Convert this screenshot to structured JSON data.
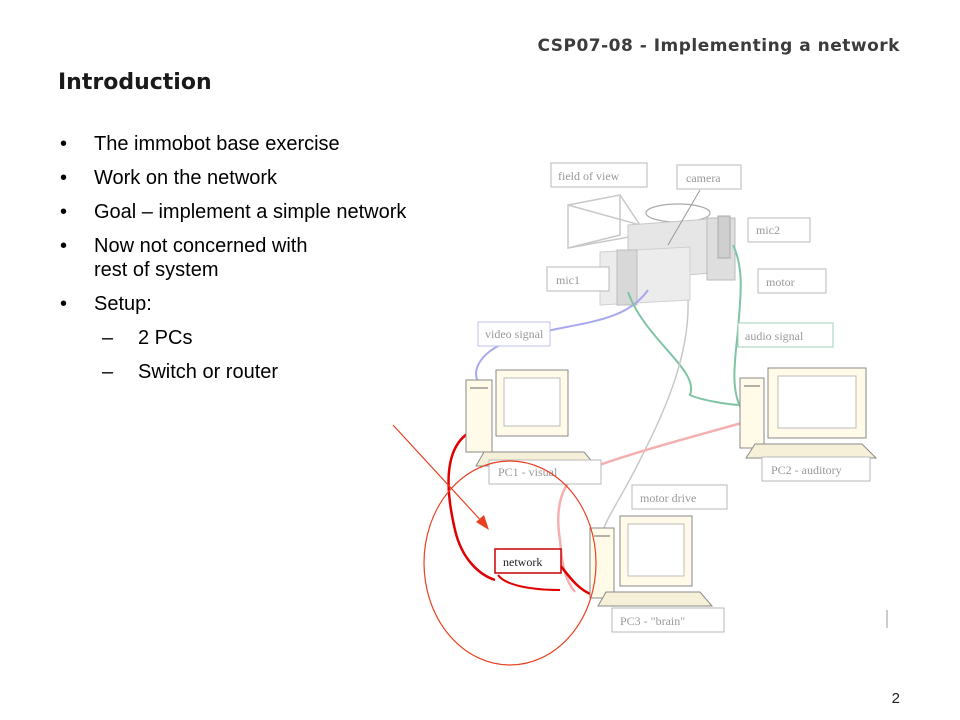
{
  "slide": {
    "header": "CSP07-08  -  Implementing  a  network",
    "title": "Introduction",
    "page_number": "2"
  },
  "bullets": [
    {
      "text": "The immobot base exercise"
    },
    {
      "text": "Work on the network"
    },
    {
      "text": "Goal – implement a simple network"
    },
    {
      "text": "Now not concerned with\nrest of system"
    },
    {
      "text": "Setup:"
    }
  ],
  "sub_bullets": [
    {
      "text": "2 PCs"
    },
    {
      "text": "Switch or router"
    }
  ],
  "diagram_labels": {
    "field_of_view": "field of view",
    "camera": "camera",
    "mic1": "mic1",
    "mic2": "mic2",
    "motor": "motor",
    "video_signal": "video signal",
    "audio_signal": "audio signal",
    "pc1": "PC1 - visual",
    "pc2": "PC2 - auditory",
    "motor_drive": "motor drive",
    "network": "network",
    "pc3": "PC3 - \"brain\""
  },
  "colors": {
    "video_wire": "#a8a8f0",
    "audio_wire": "#7fc4a4",
    "network_wire": "#e00000",
    "highlight": "#e84020",
    "grey_wire": "#c8c8c8"
  }
}
